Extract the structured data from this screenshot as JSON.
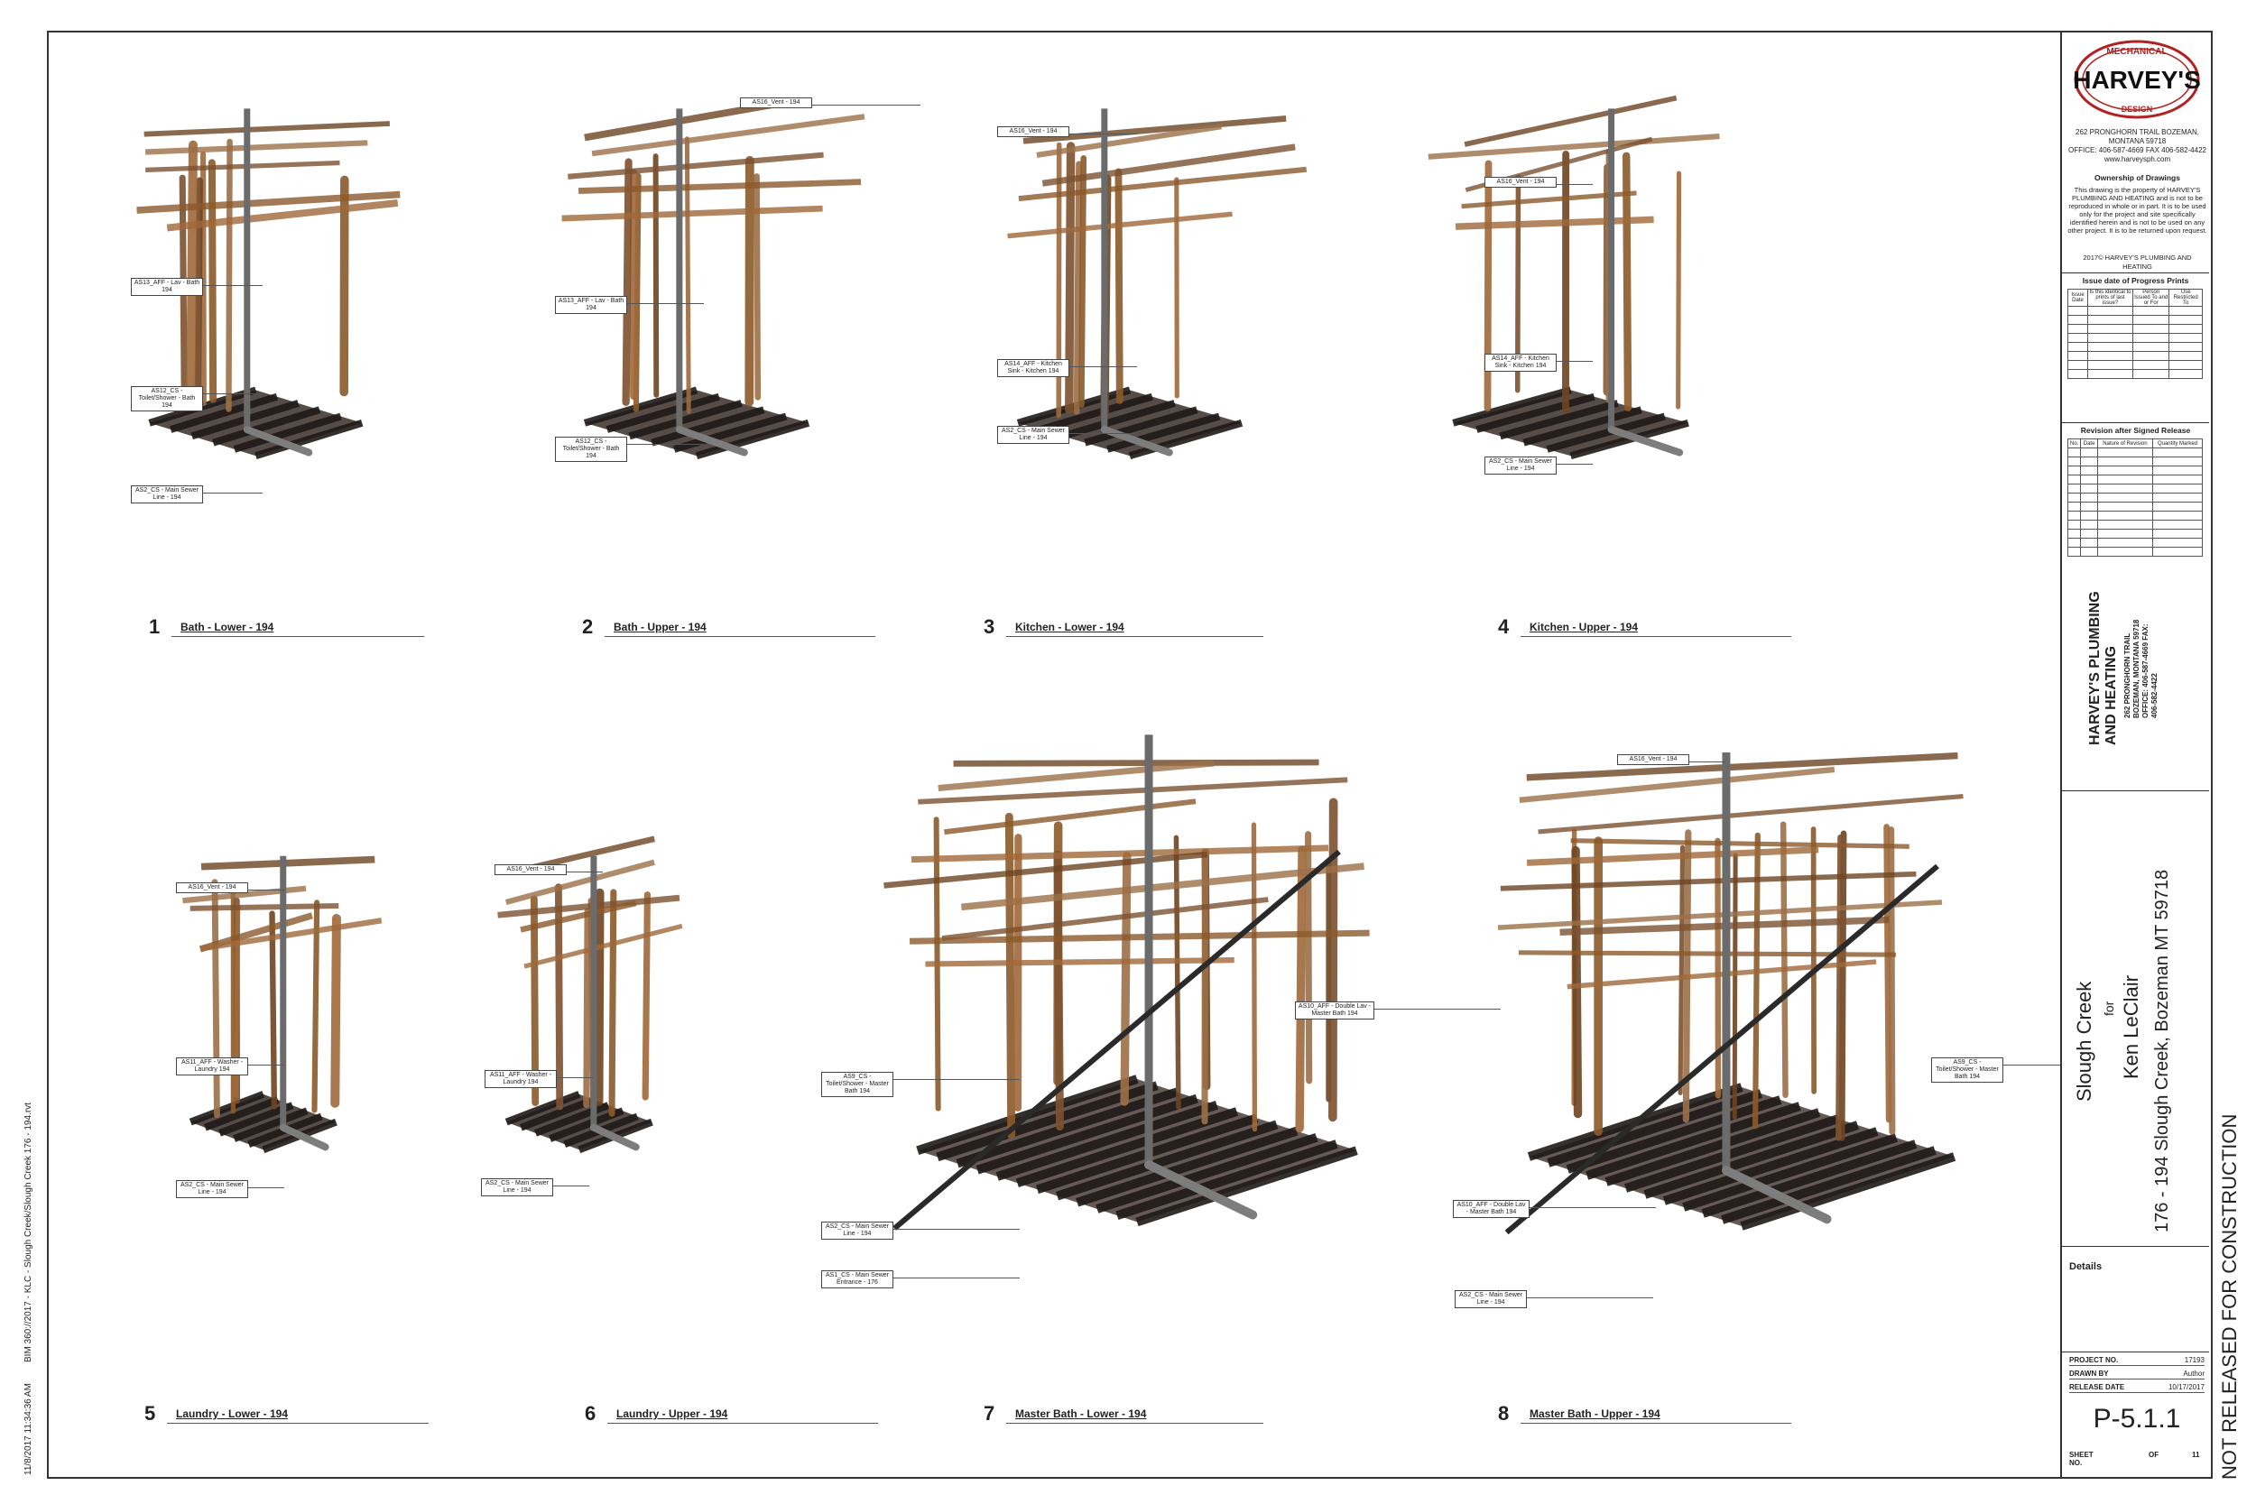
{
  "firm": {
    "logo_top": "MECHANICAL",
    "logo_main": "HARVEY'S",
    "logo_bottom": "DESIGN",
    "address_line1": "262 PRONGHORN TRAIL BOZEMAN,",
    "address_line2": "MONTANA 59718",
    "phone_line": "OFFICE: 406-587-4669 FAX 406-582-4422",
    "website": "www.harveysph.com",
    "ownership_heading": "Ownership of Drawings",
    "ownership_text": "This drawing is the property of HARVEY'S PLUMBING AND HEATING and is not to be reproduced in whole or in part. It is to be used only for the project and site specifically identified herein and is not to be used on any other project. It is to be returned upon request.",
    "copyright": "2017© HARVEY'S PLUMBING AND HEATING",
    "vertical_name": "HARVEY'S PLUMBING AND HEATING",
    "vertical_addr1": "262 PRONGHORN TRAIL",
    "vertical_addr2": "BOZEMAN, MONTANA 59718",
    "vertical_addr3": "OFFICE: 406-587-4669 FAX:",
    "vertical_addr4": "406-582-4422"
  },
  "issue_table": {
    "heading": "Issue date of Progress Prints",
    "columns": [
      "Issue Date",
      "Is this identical to prints of last issue?",
      "Person Issued To and or For",
      "Use Restricted To"
    ]
  },
  "revision_table": {
    "heading": "Revision after Signed Release",
    "columns": [
      "No.",
      "Date",
      "Nature of Revision",
      "Quantity Marked"
    ]
  },
  "project": {
    "name_line1": "Slough Creek",
    "name_line2": "for",
    "name_line3": "Ken LeClair",
    "address": "176 - 194 Slough Creek, Bozeman MT 59718",
    "sheet_title": "Details",
    "project_no_label": "PROJECT NO.",
    "project_no": "17193",
    "drawn_by_label": "DRAWN BY",
    "drawn_by": "Author",
    "release_label": "RELEASE DATE",
    "release_date": "10/17/2017",
    "sheet_number": "P-5.1.1",
    "sheet_no_label": "SHEET NO.",
    "of_label": "OF",
    "sheet_total": "11",
    "stamp": "NOT RELEASED FOR CONSTRUCTION"
  },
  "side_print": {
    "timestamp": "11/8/2017 11:34:36 AM",
    "file": "BIM 360://2017 - KLC - Slough Creek/Slough Creek 176 - 194.rvt"
  },
  "views": [
    {
      "number": "1",
      "title": "Bath - Lower - 194",
      "tags": [
        "AS13_AFF - Lav - Bath 194",
        "AS12_CS - Toilet/Shower - Bath 194",
        "AS2_CS - Main Sewer Line - 194"
      ]
    },
    {
      "number": "2",
      "title": "Bath - Upper - 194",
      "tags": [
        "AS16_Vent - 194",
        "AS13_AFF - Lav - Bath 194",
        "AS12_CS - Toilet/Shower - Bath 194"
      ]
    },
    {
      "number": "3",
      "title": "Kitchen - Lower - 194",
      "tags": [
        "AS16_Vent - 194",
        "AS14_AFF - Kitchen Sink - Kitchen 194",
        "AS2_CS - Main Sewer Line - 194"
      ]
    },
    {
      "number": "4",
      "title": "Kitchen - Upper - 194",
      "tags": [
        "AS16_Vent - 194",
        "AS14_AFF - Kitchen Sink - Kitchen 194",
        "AS2_CS - Main Sewer Line - 194"
      ]
    },
    {
      "number": "5",
      "title": "Laundry - Lower - 194",
      "tags": [
        "AS16_Vent - 194",
        "AS11_AFF - Washer - Laundry 194",
        "AS2_CS - Main Sewer Line - 194"
      ]
    },
    {
      "number": "6",
      "title": "Laundry - Upper - 194",
      "tags": [
        "AS16_Vent - 194",
        "AS11_AFF - Washer - Laundry 194",
        "AS2_CS - Main Sewer Line - 194"
      ]
    },
    {
      "number": "7",
      "title": "Master Bath - Lower - 194",
      "tags": [
        "AS10_AFF - Double Lav - Master Bath 194",
        "AS9_CS - Toilet/Shower - Master Bath 194",
        "AS2_CS - Main Sewer Line - 194",
        "AS1_CS - Main Sewer Entrance - 176"
      ]
    },
    {
      "number": "8",
      "title": "Master Bath - Upper - 194",
      "tags": [
        "AS16_Vent - 194",
        "AS9_CS - Toilet/Shower - Master Bath 194",
        "AS10_AFF - Double Lav - Master Bath 194",
        "AS2_CS - Main Sewer Line - 194"
      ]
    }
  ]
}
